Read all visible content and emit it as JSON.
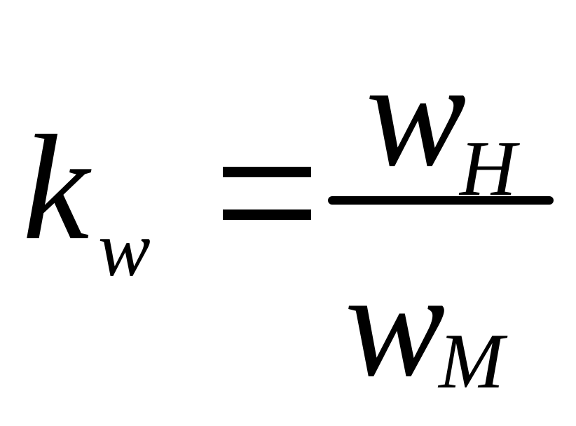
{
  "formula": {
    "lhs": {
      "symbol": "k",
      "subscript": "w"
    },
    "operator": "=",
    "numerator": {
      "symbol": "w",
      "subscript": "H"
    },
    "denominator": {
      "symbol": "w",
      "subscript": "M"
    }
  }
}
